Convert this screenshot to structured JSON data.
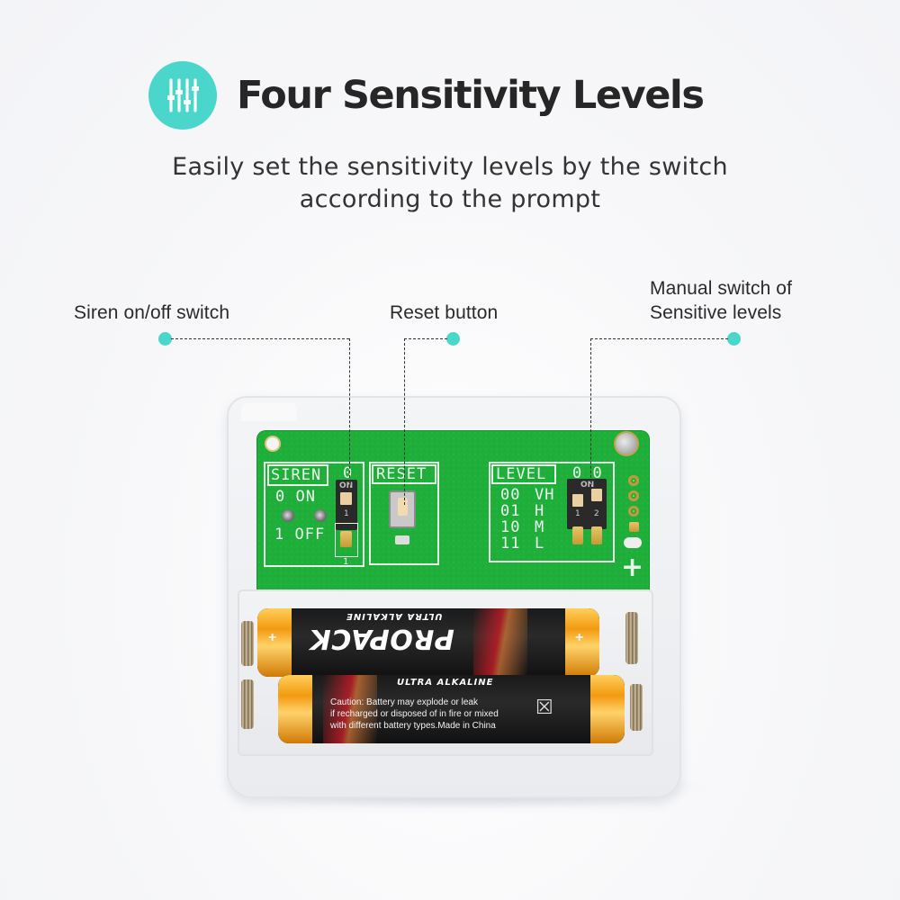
{
  "header": {
    "icon": "sliders-icon",
    "title": "Four Sensitivity Levels",
    "subtitle_line1": "Easily set the sensitivity levels by the switch",
    "subtitle_line2": "according to the prompt"
  },
  "colors": {
    "accent": "#4bd6cc",
    "title_text": "#262626",
    "pcb_green": "#1fae3a"
  },
  "callouts": [
    {
      "label": "Siren on/off switch"
    },
    {
      "label": "Reset button"
    },
    {
      "label_line1": "Manual switch of",
      "label_line2": "Sensitive levels"
    }
  ],
  "pcb": {
    "siren": {
      "header": "SIREN",
      "switch_label": "0",
      "row1": "0 ON",
      "row2": "1 OFF",
      "dip_on": "ON",
      "dip_num": "1",
      "pin_label": "1"
    },
    "reset": {
      "header": "RESET"
    },
    "level": {
      "header": "LEVEL",
      "switch_label": "0 0",
      "rows": [
        {
          "code": "00",
          "level": "VH"
        },
        {
          "code": "01",
          "level": "H"
        },
        {
          "code": "10",
          "level": "M"
        },
        {
          "code": "11",
          "level": "L"
        }
      ],
      "dip_on": "ON",
      "dip_nums": [
        "1",
        "2"
      ]
    }
  },
  "batteries": [
    {
      "brand": "PROPACK",
      "subtitle": "ULTRA ALKALINE",
      "plus_left": "+",
      "plus_right": "+"
    },
    {
      "subtitle": "ULTRA ALKALINE",
      "warning_line1": "Caution: Battery may explode or leak",
      "warning_line2": "if recharged or disposed of in fire or mixed",
      "warning_line3": "with different battery types.Made in China",
      "recycle_icon": "crossed-bin-icon"
    }
  ]
}
